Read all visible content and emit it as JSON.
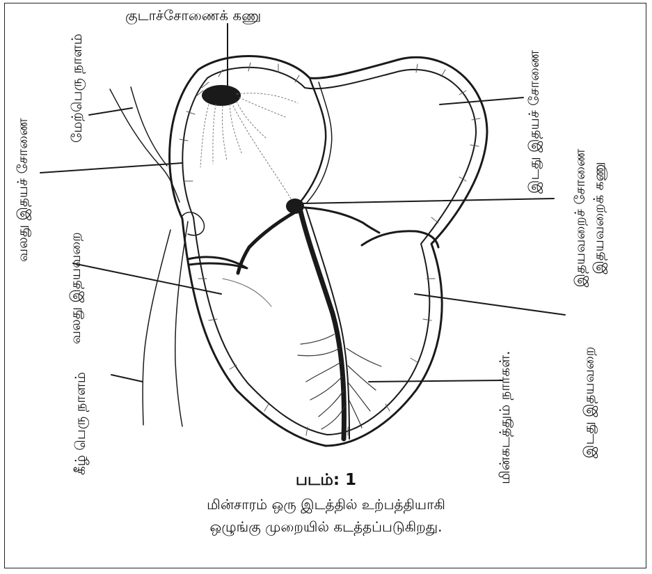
{
  "labels": {
    "sa_node": "குடாச்சோணைக் கணு",
    "superior_vena_cava": "மேற்பெரு நாளம்",
    "right_atrium": "வலது இதயச் சோணை",
    "left_atrium": "இடது இதயச் சோணை",
    "av_node": "இதயவறைச் சோணை இதயவறைக் கணு",
    "right_ventricle": "வலது இதயவறை",
    "left_ventricle": "இடது இதயவறை",
    "inferior_vena_cava": "கீழ் பெரு நாளம்",
    "purkinje_fibres": "மின்கடத்தும் நார்கள்."
  },
  "caption": {
    "figure_number": "படம்: 1",
    "line1": "மின்சாரம் ஒரு இடத்தில் உற்பத்தியாகி",
    "line2": "ஒழுங்கு முறையில் கடத்தப்படுகிறது."
  }
}
